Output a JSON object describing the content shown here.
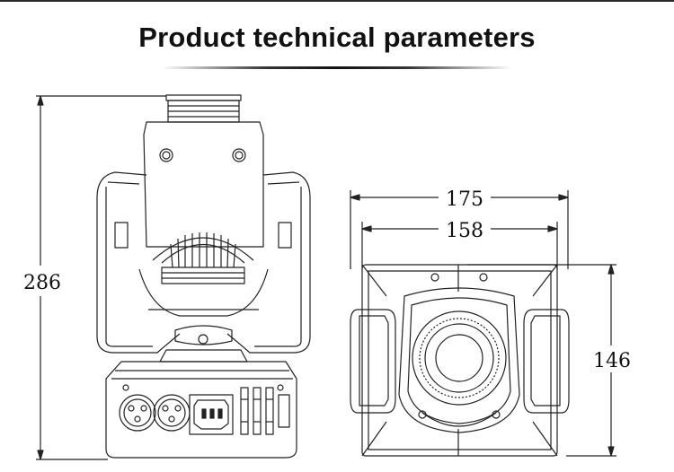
{
  "title": "Product technical parameters",
  "dimensions": {
    "height": "286",
    "outer_width": "175",
    "inner_width": "158",
    "depth": "146"
  },
  "colors": {
    "line": "#222222",
    "background": "#ffffff"
  }
}
